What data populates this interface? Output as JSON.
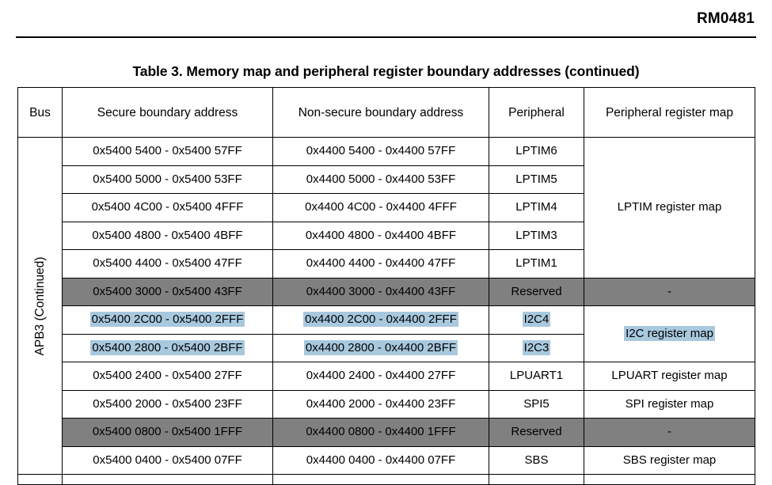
{
  "page": {
    "doc_id": "RM0481",
    "caption": "Table 3. Memory map and peripheral register boundary addresses (continued)"
  },
  "colors": {
    "highlight": "#a8c8de",
    "reserved_fill": "#808080",
    "border": "#000000",
    "background": "#ffffff"
  },
  "table": {
    "headers": {
      "bus": "Bus",
      "secure": "Secure boundary address",
      "non_secure": "Non-secure boundary address",
      "peripheral": "Peripheral",
      "register_map": "Peripheral register map"
    },
    "bus_label": "APB3 (Continued)",
    "rows": [
      {
        "secure": "0x5400 5400 - 0x5400 57FF",
        "non_secure": "0x4400 5400 - 0x4400 57FF",
        "peripheral": "LPTIM6",
        "register_map": "LPTIM register map",
        "map_rowspan": 5,
        "state": "normal",
        "highlight": false
      },
      {
        "secure": "0x5400 5000 - 0x5400 53FF",
        "non_secure": "0x4400 5000 - 0x4400 53FF",
        "peripheral": "LPTIM5",
        "state": "normal",
        "highlight": false
      },
      {
        "secure": "0x5400 4C00 - 0x5400 4FFF",
        "non_secure": "0x4400 4C00 - 0x4400 4FFF",
        "peripheral": "LPTIM4",
        "state": "normal",
        "highlight": false
      },
      {
        "secure": "0x5400 4800 - 0x5400 4BFF",
        "non_secure": "0x4400 4800 - 0x4400 4BFF",
        "peripheral": "LPTIM3",
        "state": "normal",
        "highlight": false
      },
      {
        "secure": "0x5400 4400 - 0x5400 47FF",
        "non_secure": "0x4400 4400 - 0x4400 47FF",
        "peripheral": "LPTIM1",
        "state": "normal",
        "highlight": false
      },
      {
        "secure": "0x5400 3000 - 0x5400 43FF",
        "non_secure": "0x4400 3000 - 0x4400 43FF",
        "peripheral": "Reserved",
        "register_map": "-",
        "map_rowspan": 1,
        "state": "reserved",
        "highlight": false
      },
      {
        "secure": "0x5400 2C00 - 0x5400 2FFF",
        "non_secure": "0x4400 2C00 - 0x4400 2FFF",
        "peripheral": "I2C4",
        "register_map": "I2C register map",
        "map_rowspan": 2,
        "state": "normal",
        "highlight": true
      },
      {
        "secure": "0x5400 2800 - 0x5400 2BFF",
        "non_secure": "0x4400 2800 - 0x4400 2BFF",
        "peripheral": "I2C3",
        "state": "normal",
        "highlight": true
      },
      {
        "secure": "0x5400 2400 - 0x5400 27FF",
        "non_secure": "0x4400 2400 - 0x4400 27FF",
        "peripheral": "LPUART1",
        "register_map": "LPUART register map",
        "map_rowspan": 1,
        "state": "normal",
        "highlight": false
      },
      {
        "secure": "0x5400 2000 - 0x5400 23FF",
        "non_secure": "0x4400 2000 - 0x4400 23FF",
        "peripheral": "SPI5",
        "register_map": "SPI register map",
        "map_rowspan": 1,
        "state": "normal",
        "highlight": false
      },
      {
        "secure": "0x5400 0800 - 0x5400 1FFF",
        "non_secure": "0x4400 0800 - 0x4400 1FFF",
        "peripheral": "Reserved",
        "register_map": "-",
        "map_rowspan": 1,
        "state": "reserved",
        "highlight": false
      },
      {
        "secure": "0x5400 0400 - 0x5400 07FF",
        "non_secure": "0x4400 0400 - 0x4400 07FF",
        "peripheral": "SBS",
        "register_map": "SBS register map",
        "map_rowspan": 1,
        "state": "normal",
        "highlight": false
      }
    ]
  }
}
